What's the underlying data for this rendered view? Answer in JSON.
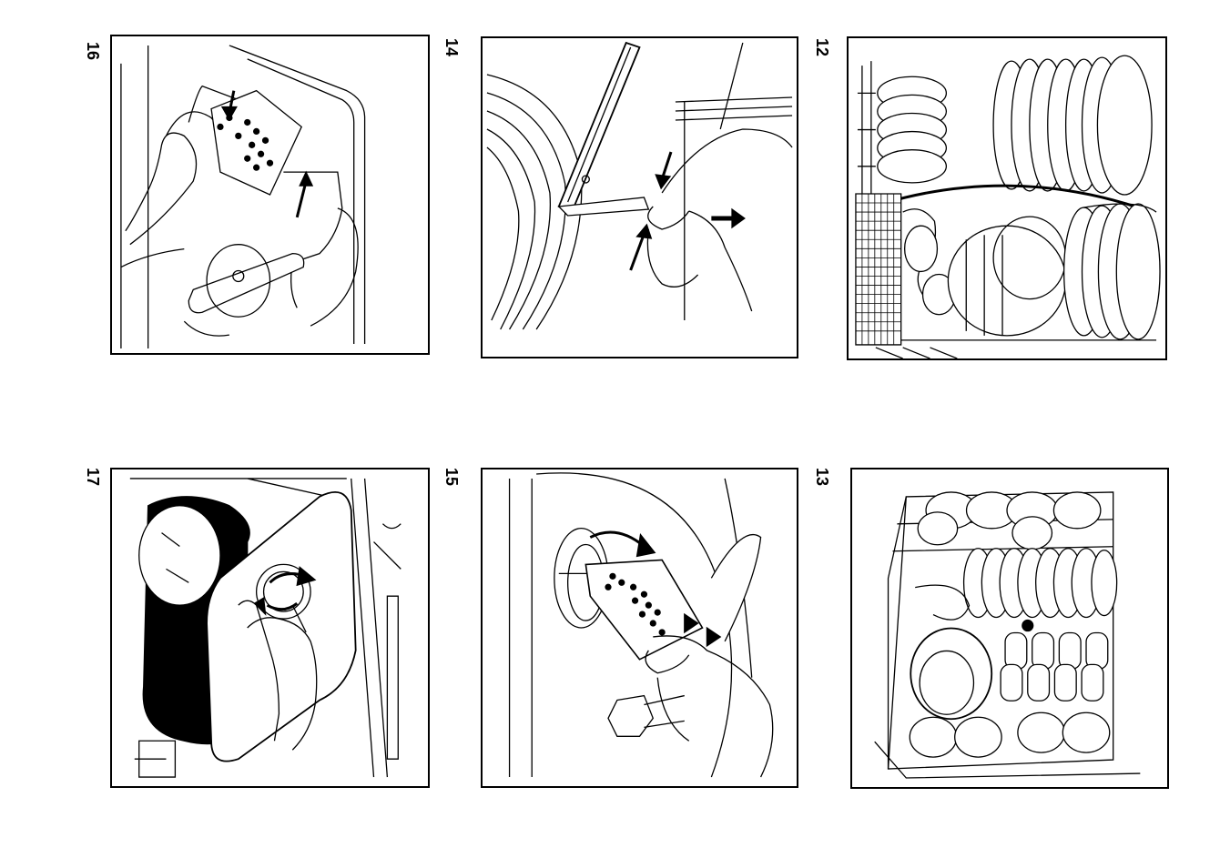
{
  "figures": {
    "f16": {
      "number": "16",
      "caption_icon": "filter-removal-illustration"
    },
    "f14": {
      "number": "14",
      "caption_icon": "spray-arm-removal-illustration"
    },
    "f12": {
      "number": "12",
      "caption_icon": "lower-basket-loaded-illustration"
    },
    "f17": {
      "number": "17",
      "caption_icon": "filter-cover-unscrew-illustration"
    },
    "f15": {
      "number": "15",
      "caption_icon": "filter-insert-illustration"
    },
    "f13": {
      "number": "13",
      "caption_icon": "upper-basket-loaded-illustration"
    }
  }
}
